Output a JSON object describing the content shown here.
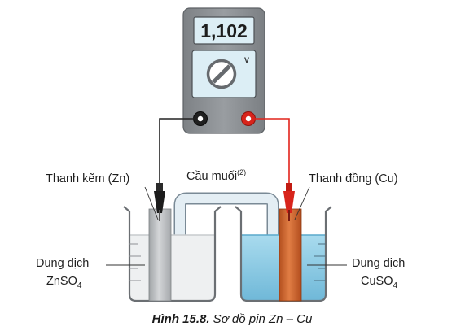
{
  "meter": {
    "reading": "1,102",
    "unit": "V"
  },
  "labels": {
    "zinc_rod": "Thanh kẽm (Zn)",
    "salt_bridge": "Cầu muối",
    "salt_bridge_note": "(2)",
    "copper_rod": "Thanh đồng (Cu)",
    "solution_prefix": "Dung dịch",
    "znso4_main": "ZnSO",
    "znso4_sub": "4",
    "cuso4_main": "CuSO",
    "cuso4_sub": "4"
  },
  "caption": {
    "bold": "Hình 15.8.",
    "text": " Sơ đồ pin Zn – Cu"
  },
  "colors": {
    "meter_body": "#8b8f93",
    "meter_screen": "#dfeef5",
    "negative_wire": "#222222",
    "positive_wire": "#e2231a",
    "zinc": "#b9bcbe",
    "copper": "#c8602e",
    "cuso4_solution": "#8fcde6",
    "znso4_solution": "#eef0f1"
  },
  "icons": [
    "voltmeter-needle-icon",
    "negative-terminal-icon",
    "positive-terminal-icon"
  ]
}
